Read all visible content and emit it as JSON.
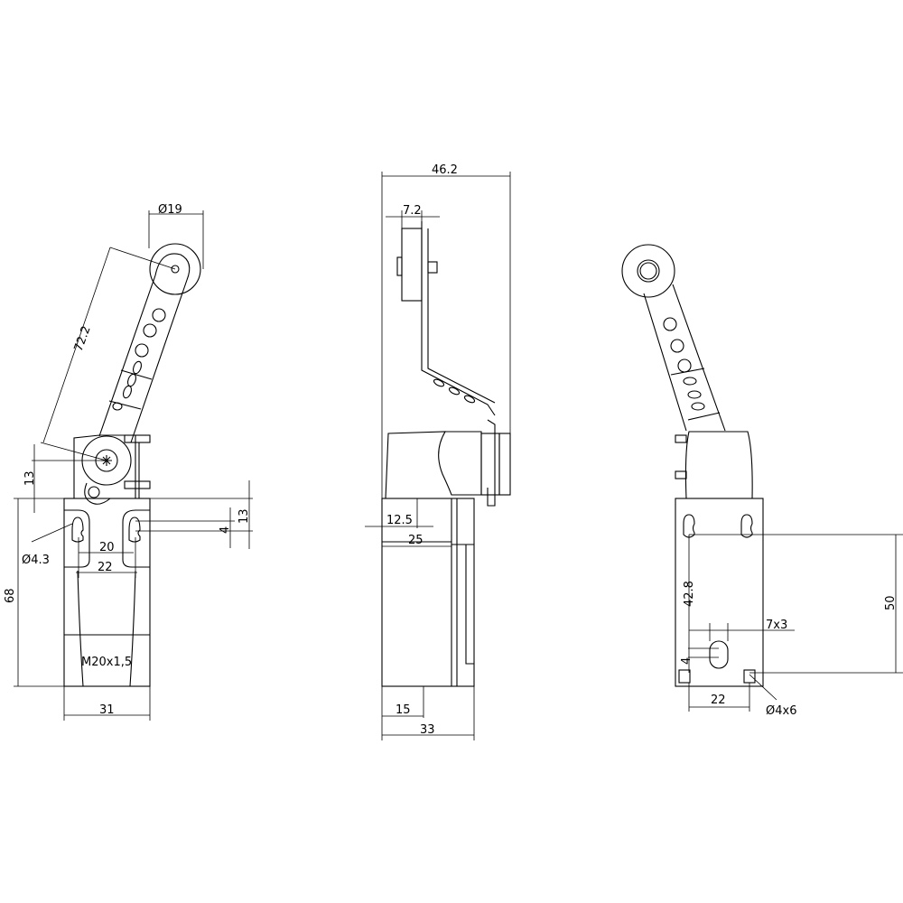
{
  "drawing": {
    "line_color": "#000000",
    "background": "#ffffff",
    "front_view": {
      "roller_diameter": "Ø19",
      "arm_length": "72.2",
      "pivot_height": "13",
      "hole_diameter": "Ø4.3",
      "hole_spacing_inner": "20",
      "hole_spacing_outer": "22",
      "hole_slot": "4",
      "hole_offset": "13",
      "height": "68",
      "thread": "M20x1,5",
      "width": "31"
    },
    "side_view": {
      "overall_width": "46.2",
      "roller_width": "7.2",
      "half_depth": "12.5",
      "upper_depth": "25",
      "lower_offset": "15",
      "depth": "33"
    },
    "rear_view": {
      "hole_distance": "50",
      "slot_height": "42.8",
      "slot_size": "7x3",
      "slot_width": "4",
      "hole_spacing": "22",
      "corner_hole": "Ø4x6"
    }
  }
}
